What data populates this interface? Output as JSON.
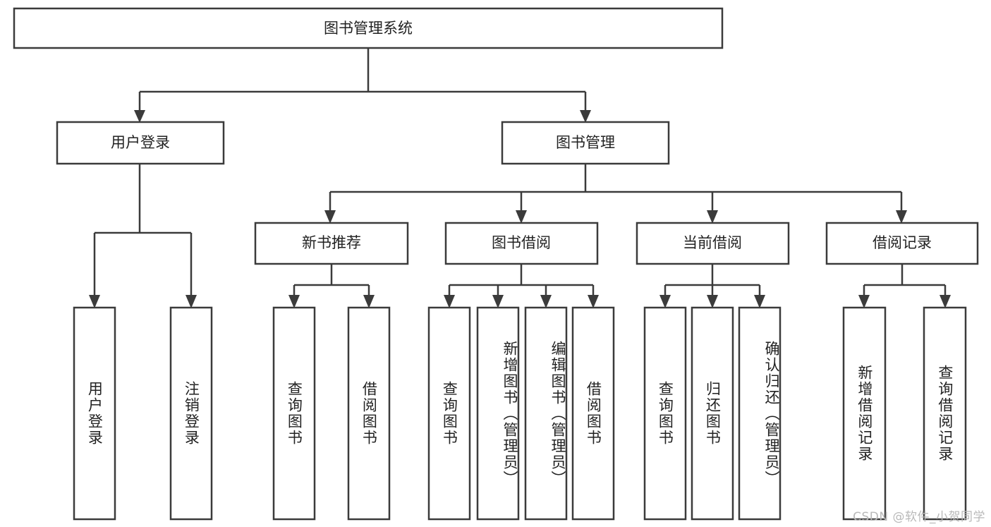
{
  "diagram": {
    "type": "tree",
    "title": "图书管理系统",
    "watermark": "CSDN @软件_小贺同学",
    "root": {
      "id": "root",
      "label": "图书管理系统",
      "orientation": "horizontal"
    },
    "level1": [
      {
        "id": "user-login",
        "label": "用户登录",
        "orientation": "horizontal"
      },
      {
        "id": "book-management",
        "label": "图书管理",
        "orientation": "horizontal"
      }
    ],
    "level2": [
      {
        "id": "new-book-recommend",
        "label": "新书推荐",
        "orientation": "horizontal",
        "parent": "book-management"
      },
      {
        "id": "book-borrow",
        "label": "图书借阅",
        "orientation": "horizontal",
        "parent": "book-management"
      },
      {
        "id": "current-borrow",
        "label": "当前借阅",
        "orientation": "horizontal",
        "parent": "book-management"
      },
      {
        "id": "borrow-record",
        "label": "借阅记录",
        "orientation": "horizontal",
        "parent": "book-management"
      }
    ],
    "leaves": [
      {
        "id": "leaf-user-login",
        "label": "用户登录",
        "orientation": "vertical",
        "parent": "user-login"
      },
      {
        "id": "leaf-logout-login",
        "label": "注销登录",
        "orientation": "vertical",
        "parent": "user-login"
      },
      {
        "id": "leaf-query-book-1",
        "label": "查询图书",
        "orientation": "vertical",
        "parent": "new-book-recommend"
      },
      {
        "id": "leaf-borrow-book-1",
        "label": "借阅图书",
        "orientation": "vertical",
        "parent": "new-book-recommend"
      },
      {
        "id": "leaf-query-book-2",
        "label": "查询图书",
        "orientation": "vertical",
        "parent": "book-borrow"
      },
      {
        "id": "leaf-add-book",
        "label": "新增图书（管理员）",
        "orientation": "vertical",
        "parent": "book-borrow"
      },
      {
        "id": "leaf-edit-book",
        "label": "编辑图书（管理员）",
        "orientation": "vertical",
        "parent": "book-borrow"
      },
      {
        "id": "leaf-borrow-book-2",
        "label": "借阅图书",
        "orientation": "vertical",
        "parent": "book-borrow"
      },
      {
        "id": "leaf-query-book-3",
        "label": "查询图书",
        "orientation": "vertical",
        "parent": "current-borrow"
      },
      {
        "id": "leaf-return-book",
        "label": "归还图书",
        "orientation": "vertical",
        "parent": "current-borrow"
      },
      {
        "id": "leaf-confirm-return",
        "label": "确认归还（管理员）",
        "orientation": "vertical",
        "parent": "current-borrow"
      },
      {
        "id": "leaf-add-record",
        "label": "新增借阅记录",
        "orientation": "vertical",
        "parent": "borrow-record"
      },
      {
        "id": "leaf-query-record",
        "label": "查询借阅记录",
        "orientation": "vertical",
        "parent": "borrow-record"
      }
    ],
    "colors": {
      "stroke": "#3b3b3b",
      "fill": "#ffffff",
      "text": "#222222",
      "watermark": "#b9b9b9"
    }
  }
}
